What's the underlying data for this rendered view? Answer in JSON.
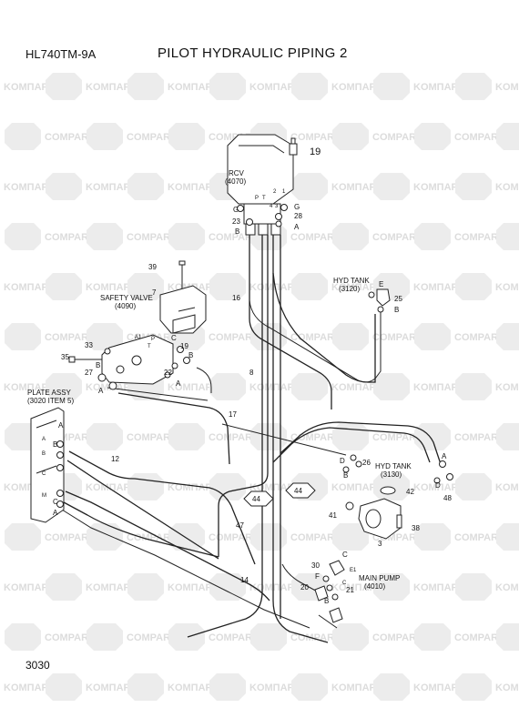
{
  "header": {
    "model": "HL740TM-9A",
    "title": "PILOT HYDRAULIC PIPING 2"
  },
  "footer": {
    "page_number": "3030"
  },
  "watermark": {
    "cyrillic": "KOMПAPT",
    "latin": "COMPART"
  },
  "components": {
    "rcv": [
      "RCV",
      "(4070)"
    ],
    "safety_valve": [
      "SAFETY VALVE",
      "(4090)"
    ],
    "hyd_tank_top": [
      "HYD TANK",
      "(3120)"
    ],
    "hyd_tank_right": [
      "HYD TANK",
      "(3130)"
    ],
    "plate_assy": [
      "PLATE ASSY",
      "(3020 ITEM 5)"
    ],
    "main_pump": [
      "MAIN PUMP",
      "(4010)"
    ]
  },
  "callouts": {
    "c19a": "19",
    "c39": "39",
    "c7": "7",
    "c16": "16",
    "c33": "33",
    "c35": "35",
    "c27a": "27",
    "c19b": "19",
    "c22": "22",
    "c8": "8",
    "c17": "17",
    "c12": "12",
    "c47": "47",
    "c14": "14",
    "c44a": "44",
    "c44b": "44",
    "c23": "23",
    "c28": "28",
    "c25": "25",
    "c26": "26",
    "c42": "42",
    "c41": "41",
    "c38": "38",
    "c3": "3",
    "c48": "48",
    "c30": "30",
    "c20": "20",
    "c21": "21"
  },
  "port_letters": {
    "rcv_g_l": "G",
    "rcv_b_l": "B",
    "rcv_g_r": "G",
    "rcv_a_r": "A",
    "sv_c": "C",
    "sv_a": "A",
    "sv_b": "B",
    "sv_p": "P",
    "sv_t": "T",
    "sv_a2": "A",
    "sv_b2": "B",
    "pl_a1": "A",
    "pl_b": "B",
    "pl_c": "C",
    "pl_a2": "A",
    "ht_e": "E",
    "ht_b": "B",
    "r_d": "D",
    "r_b": "B",
    "r_a": "A",
    "r_d2": "D",
    "mp_c": "C",
    "mp_f": "F",
    "mp_b": "B"
  },
  "port_codes": {
    "rcv_p": "P",
    "rcv_t": "T",
    "rcv_2": "2",
    "rcv_1": "1",
    "rcv_4": "4",
    "rcv_3": "3",
    "sv_a1": "A1",
    "sv_p": "P",
    "sv_t": "T",
    "pl_a": "A",
    "pl_b": "B",
    "pl_c": "C",
    "pl_m": "M",
    "mp_e1": "E1",
    "mp_c": "C"
  }
}
